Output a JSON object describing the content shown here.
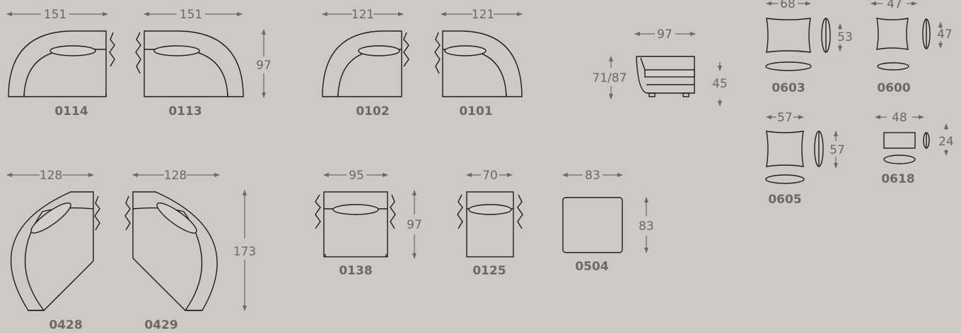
{
  "colors": {
    "background": "#cdc9c3",
    "ink": "#1f1d1b",
    "dimension": "#6d6862"
  },
  "modules": [
    {
      "code": "0114",
      "width": "151"
    },
    {
      "code": "0113",
      "width": "151",
      "height": "97"
    },
    {
      "code": "0102",
      "width": "121"
    },
    {
      "code": "0101",
      "width": "121"
    },
    {
      "code": "0428",
      "width": "128"
    },
    {
      "code": "0429",
      "width": "128",
      "height": "173"
    },
    {
      "code": "0138",
      "width": "95",
      "height": "97"
    },
    {
      "code": "0125",
      "width": "70"
    },
    {
      "code": "0504",
      "width": "83",
      "height": "83"
    }
  ],
  "side_view": {
    "width": "97",
    "height": "71/87",
    "seat_height": "45"
  },
  "cushions": [
    {
      "code": "0603",
      "width": "68",
      "height": "53"
    },
    {
      "code": "0600",
      "width": "47",
      "height": "47"
    },
    {
      "code": "0605",
      "width": "57",
      "height": "57"
    },
    {
      "code": "0618",
      "width": "48",
      "height": "24"
    }
  ]
}
